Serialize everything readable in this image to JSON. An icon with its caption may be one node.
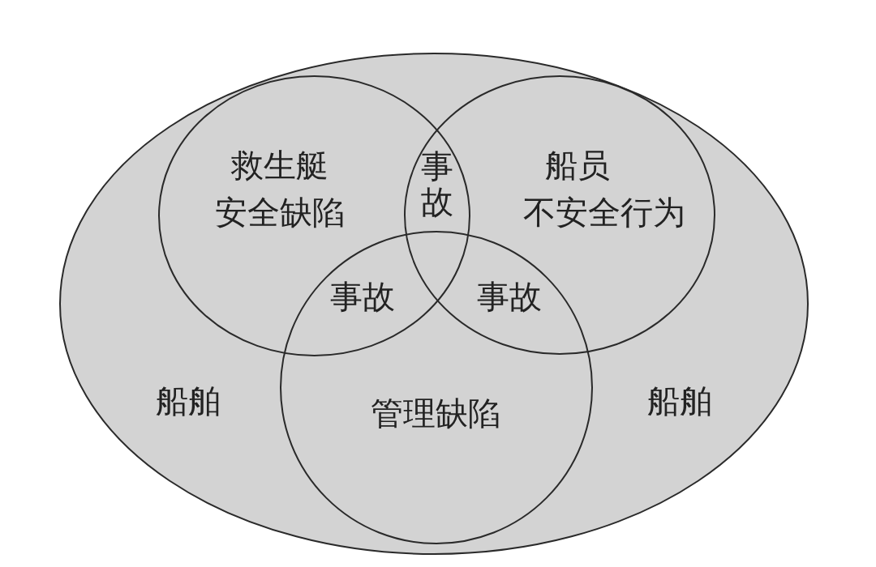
{
  "diagram": {
    "nodes": [
      {
        "text": [
          "船舶",
          "船舶"
        ]
      },
      {
        "text": [
          "救生艇",
          "安全缺陷"
        ],
        "in": 0
      },
      {
        "text": [
          "船员",
          "不安全行为"
        ],
        "in": 0
      },
      {
        "text": [
          "管理缺陷"
        ],
        "in": 0
      }
    ],
    "labels": [
      "事故",
      "事故",
      "事故"
    ]
  }
}
